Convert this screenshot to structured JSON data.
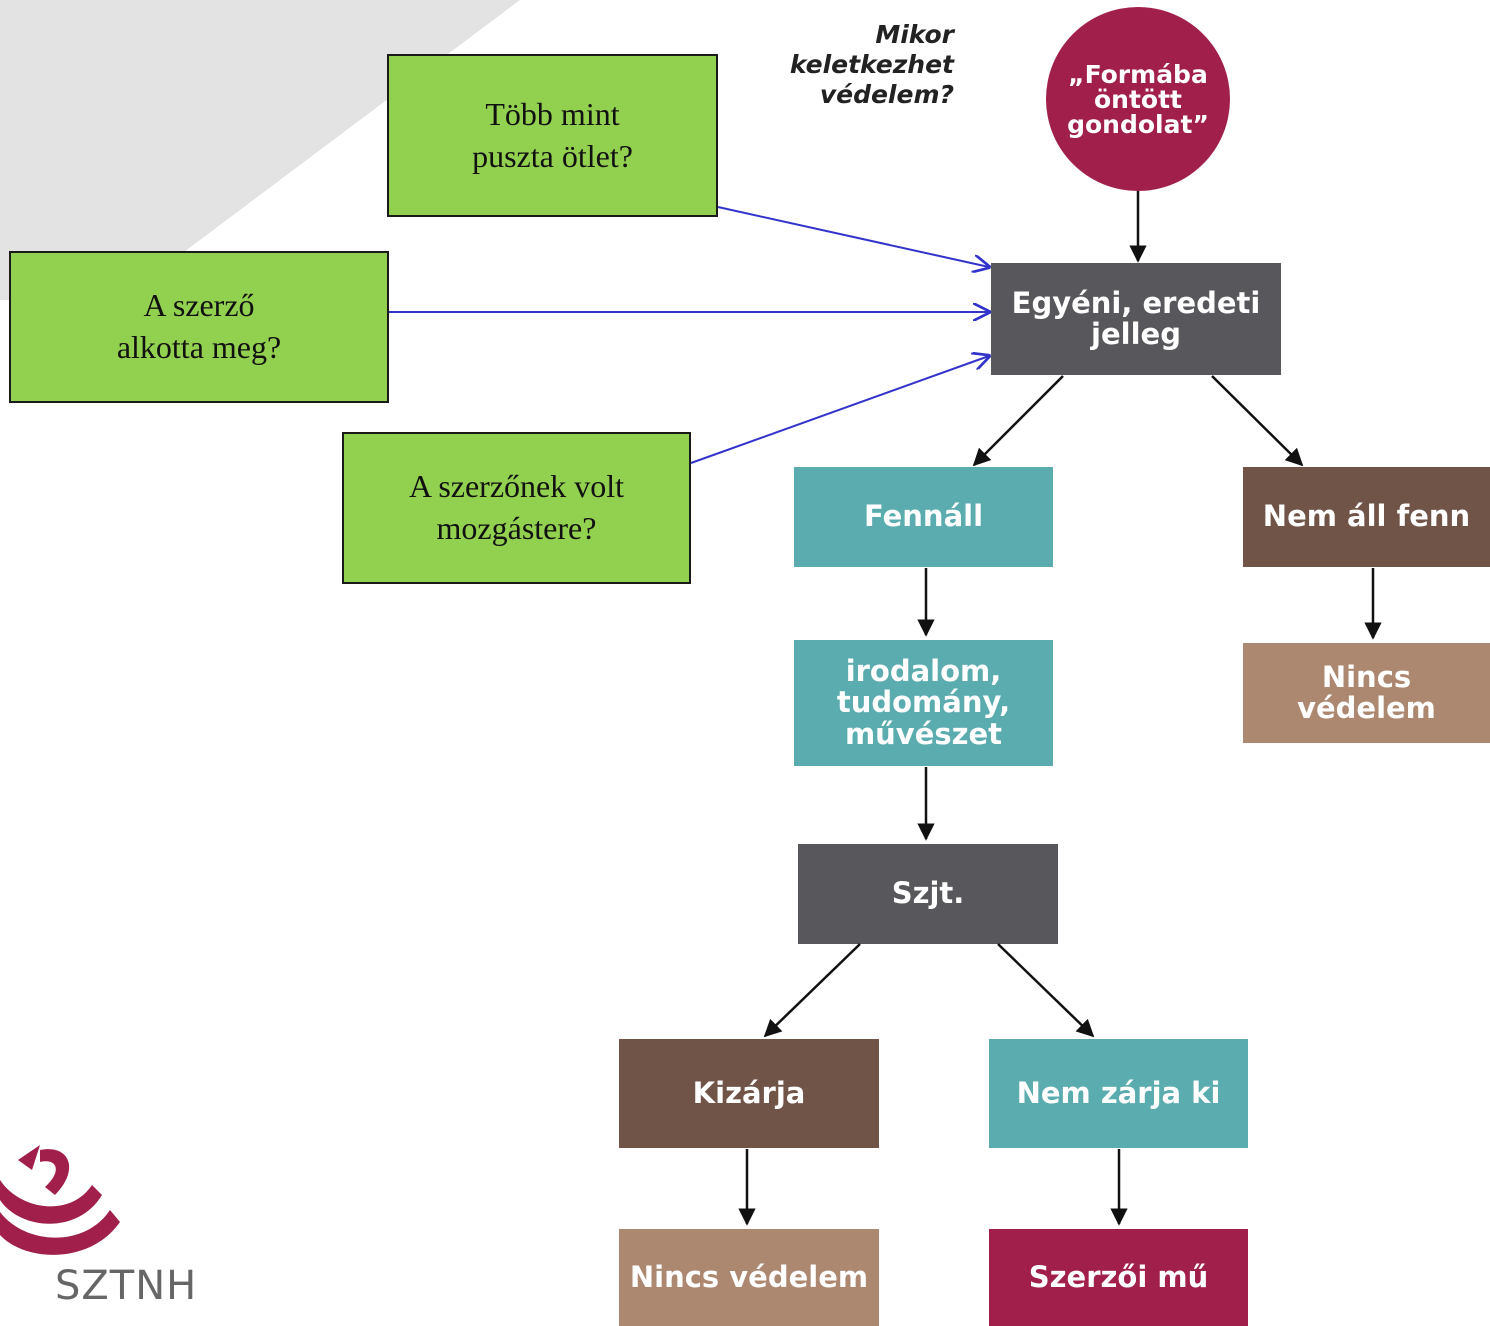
{
  "question": "Mikor\nkeletkezhet\nvédelem?",
  "start": "„Formába\nöntött\ngondolat”",
  "nodes": {
    "egyeni": "Egyéni, eredeti\njelleg",
    "fennall": "Fennáll",
    "nem_all_fenn": "Nem áll fenn",
    "nincs_vedelem_1": "Nincs védelem",
    "irodalom": "irodalom,\ntudomány,\nművészet",
    "szjt": "Szjt.",
    "kizarja": "Kizárja",
    "nem_zarja_ki": "Nem zárja ki",
    "nincs_vedelem_2": "Nincs védelem",
    "szerzoi_mu": "Szerzői mű"
  },
  "criteria": {
    "tobb_mint": "Több mint\npuszta ötlet?",
    "szerzo_alkotta": "A szerző\nalkotta meg?",
    "mozgaster": "A szerzőnek volt\nmozgástere?"
  },
  "logo": {
    "text": "SZTNH",
    "icon": "sztnh-emblem-icon"
  },
  "colors": {
    "dark": "#58575c",
    "teal": "#5aacaf",
    "brown": "#715448",
    "tan": "#ad8870",
    "wine": "#a11f4b",
    "criteria_green": "#92d050",
    "criteria_arrow": "#3333cc"
  }
}
